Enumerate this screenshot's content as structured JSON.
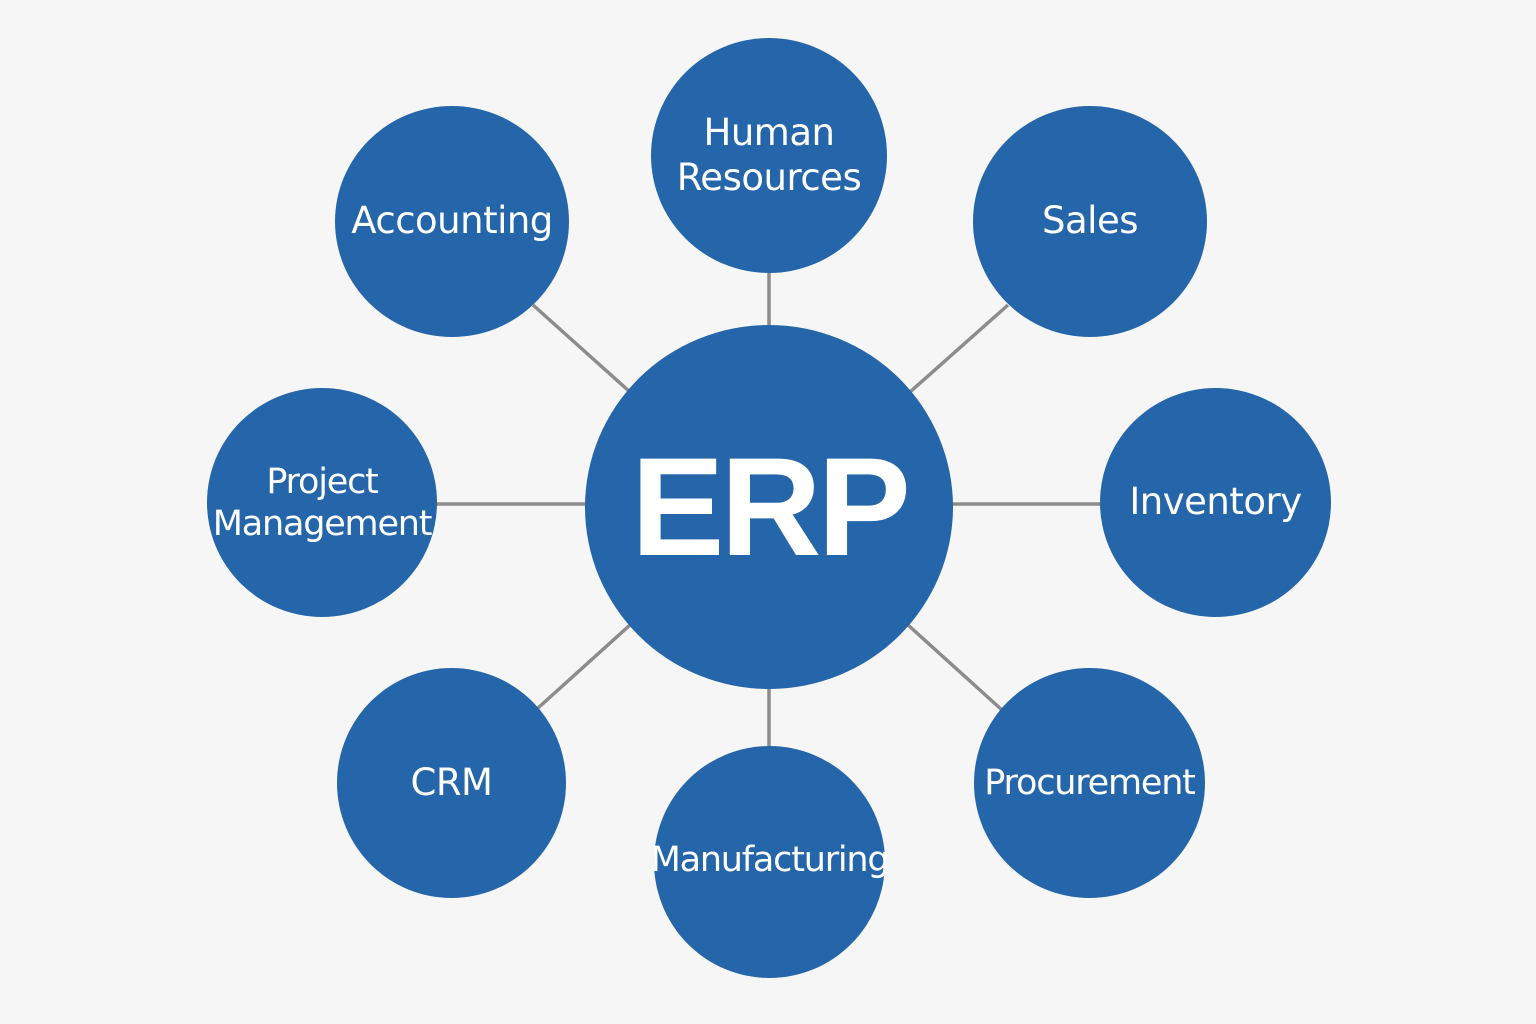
{
  "diagram": {
    "type": "hub-and-spoke",
    "colors": {
      "node": "#2566ab",
      "connector": "#8c8c8c",
      "background": "#f6f6f6",
      "text": "#ffffff"
    },
    "center": {
      "label": "ERP"
    },
    "modules": [
      {
        "id": "hr",
        "lines": [
          "Human",
          "Resources"
        ]
      },
      {
        "id": "accounting",
        "lines": [
          "Accounting"
        ]
      },
      {
        "id": "sales",
        "lines": [
          "Sales"
        ]
      },
      {
        "id": "project-management",
        "lines": [
          "Project",
          "Management"
        ]
      },
      {
        "id": "inventory",
        "lines": [
          "Inventory"
        ]
      },
      {
        "id": "crm",
        "lines": [
          "CRM"
        ]
      },
      {
        "id": "manufacturing",
        "lines": [
          "Manufacturing"
        ]
      },
      {
        "id": "procurement",
        "lines": [
          "Procurement"
        ]
      }
    ]
  }
}
